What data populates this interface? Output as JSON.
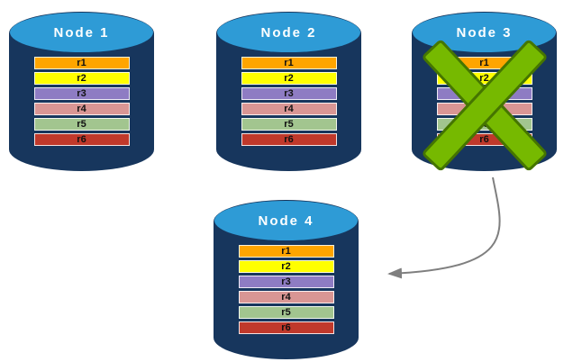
{
  "diagram": {
    "nodes": [
      {
        "label": "Node 1",
        "rows": [
          "r1",
          "r2",
          "r3",
          "r4",
          "r5",
          "r6"
        ]
      },
      {
        "label": "Node 2",
        "rows": [
          "r1",
          "r2",
          "r3",
          "r4",
          "r5",
          "r6"
        ]
      },
      {
        "label": "Node 3",
        "rows": [
          "r1",
          "r2",
          "r3",
          "r4",
          "r5",
          "r6"
        ],
        "status": "failed"
      },
      {
        "label": "Node 4",
        "rows": [
          "r1",
          "r2",
          "r3",
          "r4",
          "r5",
          "r6"
        ]
      }
    ],
    "row_colors": [
      "#FFA500",
      "#FFFF00",
      "#8E7CC3",
      "#D99694",
      "#A2C58F",
      "#C0392B"
    ],
    "colors": {
      "cylinder_body": "#17365D",
      "cylinder_top": "#2E9BD6",
      "failure_x": "#76B900",
      "arrow": "#7F7F7F"
    }
  }
}
